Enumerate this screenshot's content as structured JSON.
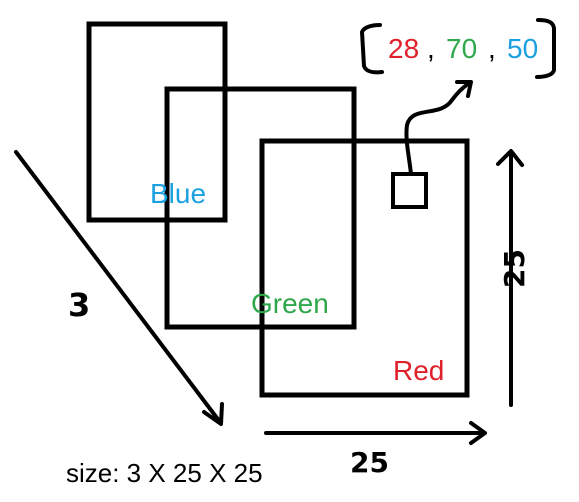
{
  "channels": [
    {
      "name": "Blue",
      "color": "#1ba1e2"
    },
    {
      "name": "Green",
      "color": "#2ea84a"
    },
    {
      "name": "Red",
      "color": "#e0202a"
    }
  ],
  "pixel_vector": {
    "open_bracket": "[",
    "close_bracket": "]",
    "separator": ",",
    "red_value": "28",
    "green_value": "70",
    "blue_value": "50"
  },
  "dimensions": {
    "depth_label": "3",
    "width_label": "25",
    "height_label": "25"
  },
  "size_caption": "size: 3 X 25 X 25",
  "colors": {
    "stroke": "#000000",
    "red": "#e0202a",
    "green": "#2ea84a",
    "blue": "#1ba1e2"
  }
}
